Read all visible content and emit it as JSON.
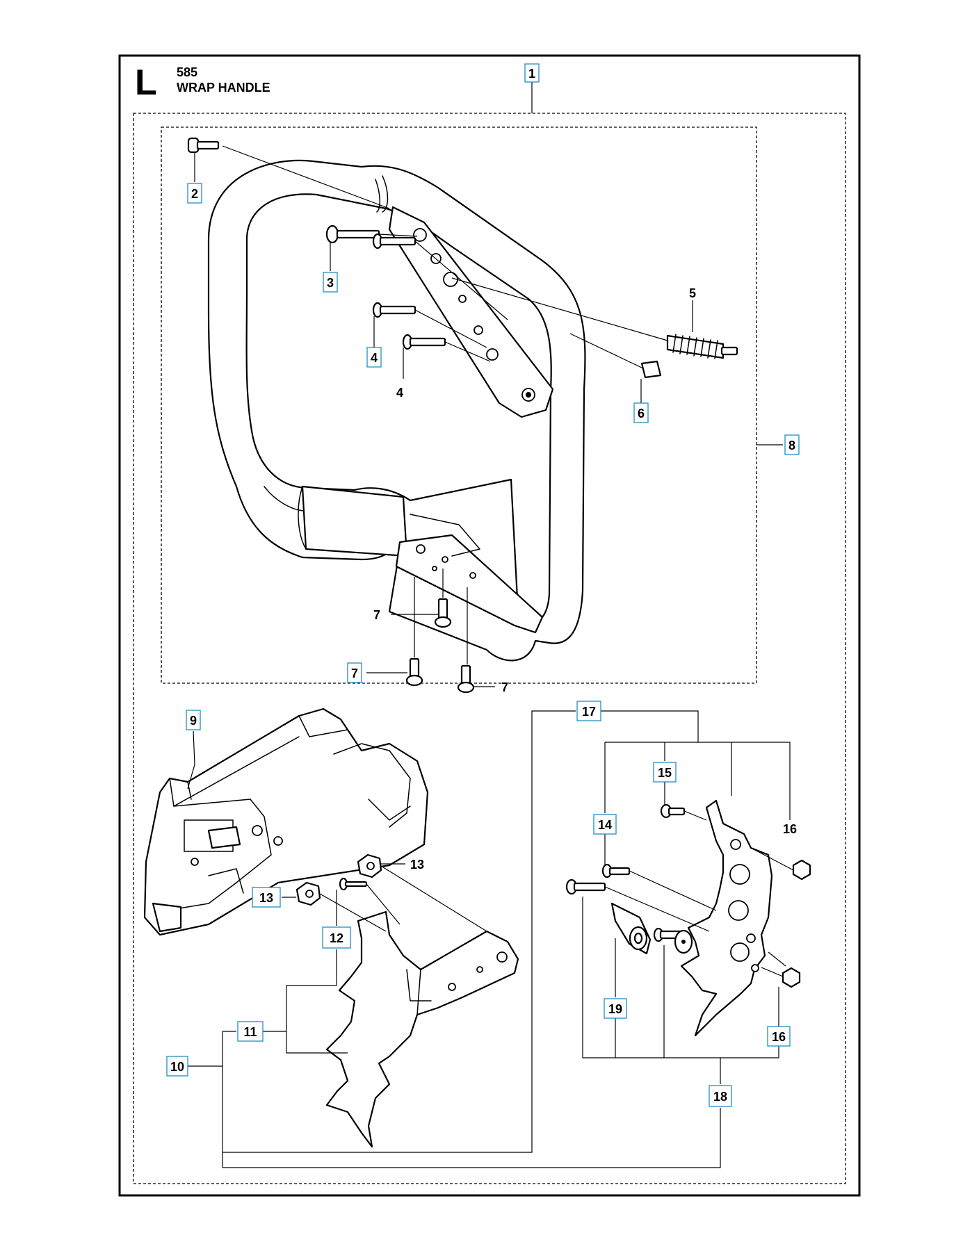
{
  "header": {
    "section_letter": "L",
    "model": "585",
    "title": "WRAP HANDLE"
  },
  "callouts": {
    "c1": "1",
    "c2": "2",
    "c3": "3",
    "c4a": "4",
    "c4b": "4",
    "c5": "5",
    "c6": "6",
    "c7a": "7",
    "c7b": "7",
    "c7c": "7",
    "c8": "8",
    "c9": "9",
    "c10": "10",
    "c11": "11",
    "c12": "12",
    "c13a": "13",
    "c13b": "13",
    "c14": "14",
    "c15": "15",
    "c16a": "16",
    "c16b": "16",
    "c17": "17",
    "c18": "18",
    "c19": "19"
  },
  "colors": {
    "callout_border": "#1f8fc4",
    "line": "#000000"
  }
}
